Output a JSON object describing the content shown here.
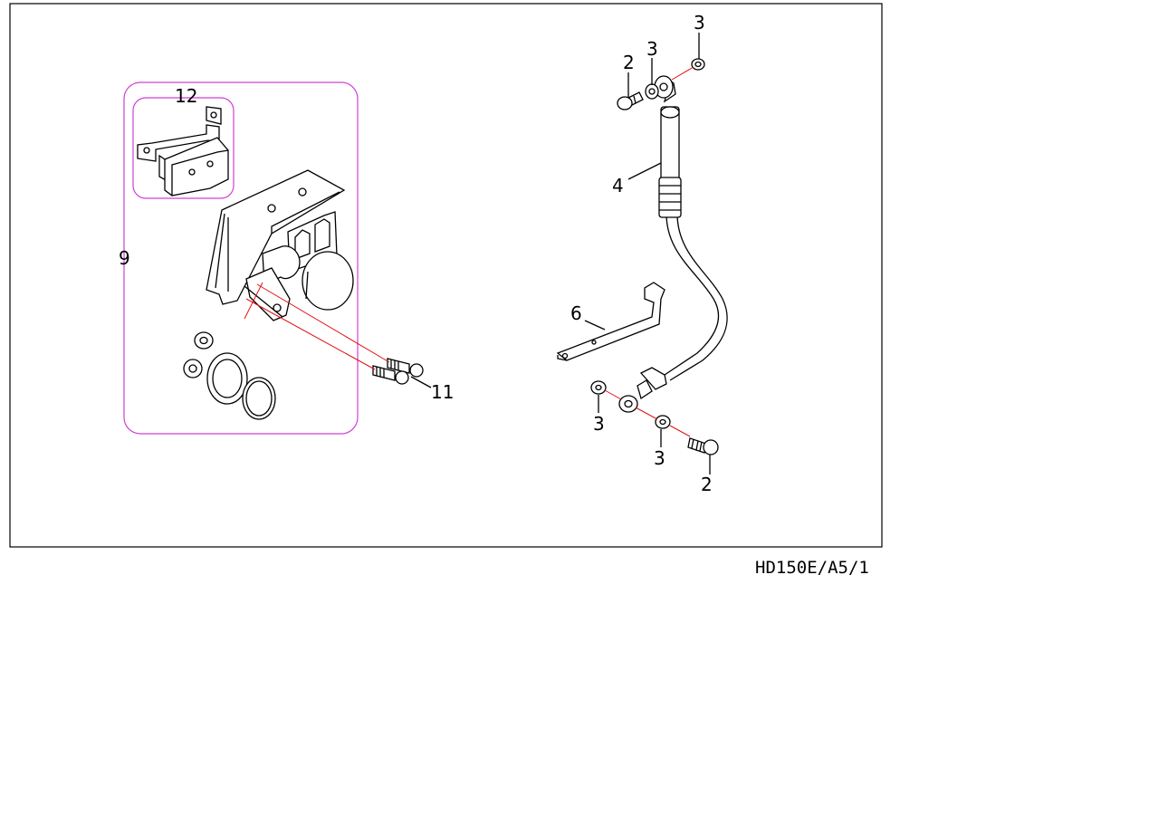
{
  "labels": {
    "l12": "12",
    "l9": "9",
    "l11": "11",
    "l4": "4",
    "l6": "6",
    "l2_top": "2",
    "l3_top_a": "3",
    "l3_top_b": "3",
    "l3_bot_a": "3",
    "l3_bot_b": "3",
    "l2_bot": "2"
  },
  "reference_code": "HD150E/A5/1",
  "colors": {
    "line": "#000000",
    "leader_red": "#e01010",
    "group_outline": "#d040d0"
  }
}
